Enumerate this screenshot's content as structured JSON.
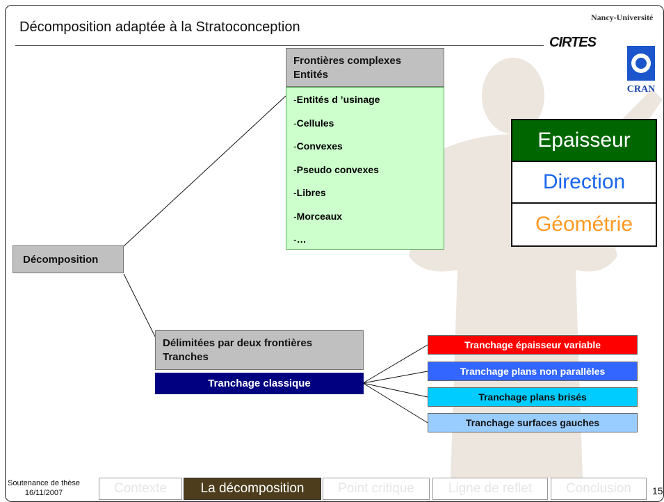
{
  "header": {
    "title": "Décomposition adaptée à la Stratoconception",
    "logos": {
      "nancy": "Nancy-Université",
      "cirtes": "CIRTES",
      "cran": "CRAN"
    }
  },
  "tree": {
    "root": "Décomposition",
    "branch_top": {
      "line1": "Frontières complexes",
      "line2": "Entités"
    },
    "top_items": [
      "Entités d ’usinage",
      "Cellules",
      "Convexes",
      "Pseudo convexes",
      "Libres",
      "Morceaux",
      "…"
    ],
    "branch_bottom": {
      "line1": "Délimitées par deux frontières",
      "line2": "Tranches"
    },
    "classic": "Tranchage classique",
    "variants": [
      {
        "label": "Tranchage épaisseur variable",
        "bg": "#ff0000",
        "fg": "#ffffff"
      },
      {
        "label": "Tranchage plans non parallèles",
        "bg": "#3366ff",
        "fg": "#ffffff"
      },
      {
        "label": "Tranchage plans brisés",
        "bg": "#00ccff",
        "fg": "#111111"
      },
      {
        "label": "Tranchage surfaces gauches",
        "bg": "#99ccff",
        "fg": "#111111"
      }
    ]
  },
  "legend": [
    "Epaisseur",
    "Direction",
    "Géométrie"
  ],
  "footer": {
    "event": "Soutenance de thèse",
    "date": "16/11/2007",
    "nav": [
      "Contexte",
      "La décomposition",
      "Point critique",
      "Ligne de reflet",
      "Conclusion"
    ],
    "page": "15"
  },
  "colors": {
    "classic_bg": "#000080",
    "green_bg": "#ccffcc",
    "nav_active": "#4d3d1c"
  }
}
